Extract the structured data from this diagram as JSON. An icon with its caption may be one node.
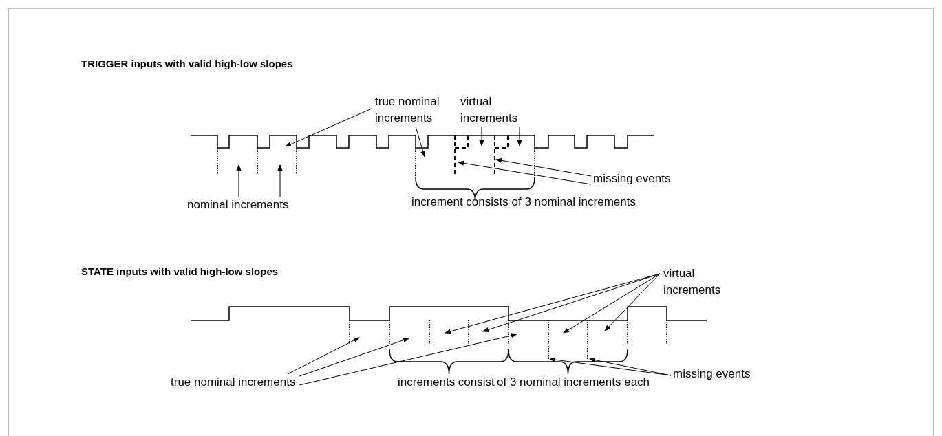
{
  "diagram": {
    "nodes": [
      {
        "text": [
          "nominal increments"
        ]
      },
      {
        "text": [
          "true nominal increments"
        ]
      },
      {
        "text": [
          "virtual increments"
        ]
      },
      {
        "text": [
          "missing events"
        ]
      },
      {
        "text": [
          "virtual increments"
        ]
      },
      {
        "text": [
          "true nominal increments"
        ]
      },
      {
        "text": [
          "missing events"
        ]
      },
      {
        "text": [],
        "shape": "picture"
      },
      {
        "text": [],
        "shape": "picture"
      }
    ],
    "edges": [
      {
        "from": 0,
        "to": 7,
        "arrow": "to"
      },
      {
        "from": 0,
        "to": 7,
        "arrow": "to"
      },
      {
        "from": 1,
        "to": 7,
        "arrow": "to"
      },
      {
        "from": 1,
        "to": 7,
        "arrow": "to"
      },
      {
        "from": 2,
        "to": 7,
        "arrow": "to"
      },
      {
        "from": 2,
        "to": 7,
        "arrow": "to"
      },
      {
        "from": 3,
        "to": 7,
        "arrow": "to"
      },
      {
        "from": 3,
        "to": 7,
        "arrow": "to"
      },
      {
        "from": 4,
        "to": 8,
        "arrow": "to"
      },
      {
        "from": 4,
        "to": 8,
        "arrow": "to"
      },
      {
        "from": 4,
        "to": 8,
        "arrow": "to"
      },
      {
        "from": 4,
        "to": 8,
        "arrow": "to"
      },
      {
        "from": 5,
        "to": 8,
        "arrow": "to"
      },
      {
        "from": 5,
        "to": 8,
        "arrow": "to"
      },
      {
        "from": 5,
        "to": 8,
        "arrow": "to"
      },
      {
        "from": 6,
        "to": 8,
        "arrow": "to"
      },
      {
        "from": 6,
        "to": 8,
        "arrow": "to"
      }
    ],
    "labels": [
      "TRIGGER inputs with valid high-low slopes",
      "increment consists of 3 nominal increments",
      "STATE inputs with valid high-low slopes",
      "increments consist",
      "of 3 nominal increments each"
    ]
  }
}
